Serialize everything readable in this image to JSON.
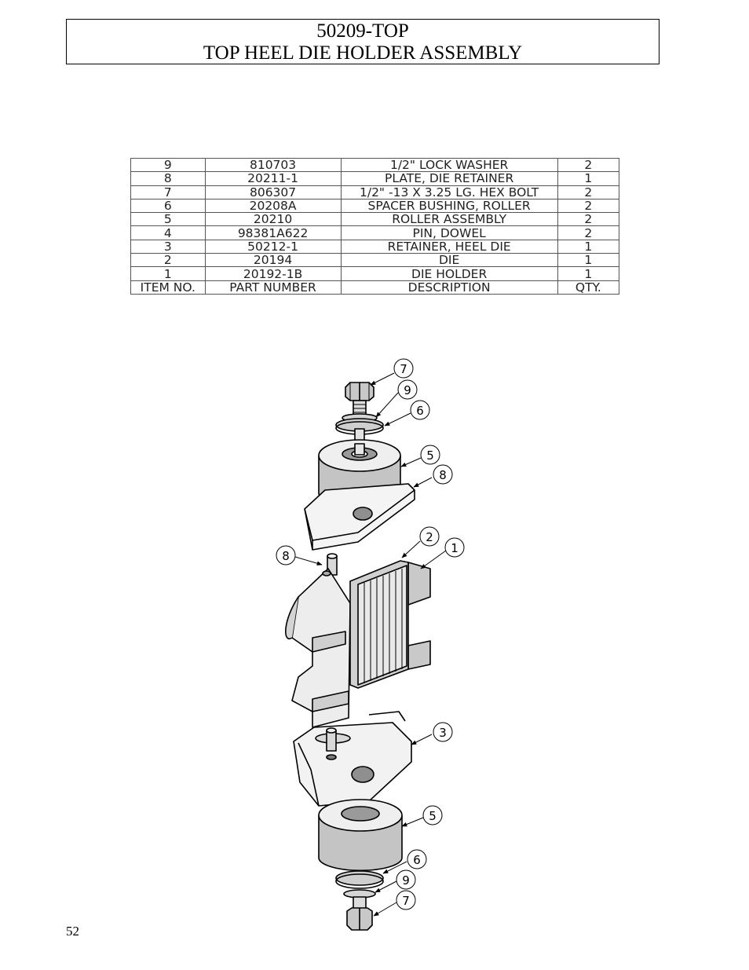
{
  "header": {
    "part_code": "50209-TOP",
    "title": "TOP HEEL DIE HOLDER ASSEMBLY"
  },
  "bom": {
    "rows": [
      {
        "item": "9",
        "part": "810703",
        "description": "1/2\" LOCK WASHER",
        "qty": "2"
      },
      {
        "item": "8",
        "part": "20211-1",
        "description": "PLATE, DIE RETAINER",
        "qty": "1"
      },
      {
        "item": "7",
        "part": "806307",
        "description": "1/2\" -13  X  3.25 LG. HEX BOLT",
        "qty": "2"
      },
      {
        "item": "6",
        "part": "20208A",
        "description": "SPACER BUSHING, ROLLER",
        "qty": "2"
      },
      {
        "item": "5",
        "part": "20210",
        "description": "ROLLER ASSEMBLY",
        "qty": "2"
      },
      {
        "item": "4",
        "part": "98381A622",
        "description": "PIN, DOWEL",
        "qty": "2"
      },
      {
        "item": "3",
        "part": "50212-1",
        "description": "RETAINER, HEEL DIE",
        "qty": "1"
      },
      {
        "item": "2",
        "part": "20194",
        "description": "DIE",
        "qty": "1"
      },
      {
        "item": "1",
        "part": "20192-1B",
        "description": "DIE HOLDER",
        "qty": "1"
      }
    ],
    "headers": {
      "item": "ITEM NO.",
      "part": "PART NUMBER",
      "description": "DESCRIPTION",
      "qty": "QTY."
    }
  },
  "balloons": {
    "b7_top": "7",
    "b9_top": "9",
    "b6_top": "6",
    "b5_top": "5",
    "b8_right": "8",
    "b2": "2",
    "b1": "1",
    "b8_left": "8",
    "b3": "3",
    "b5_bottom": "5",
    "b6_bottom": "6",
    "b9_bottom": "9",
    "b7_bottom": "7"
  },
  "footer": {
    "page_number": "52"
  }
}
